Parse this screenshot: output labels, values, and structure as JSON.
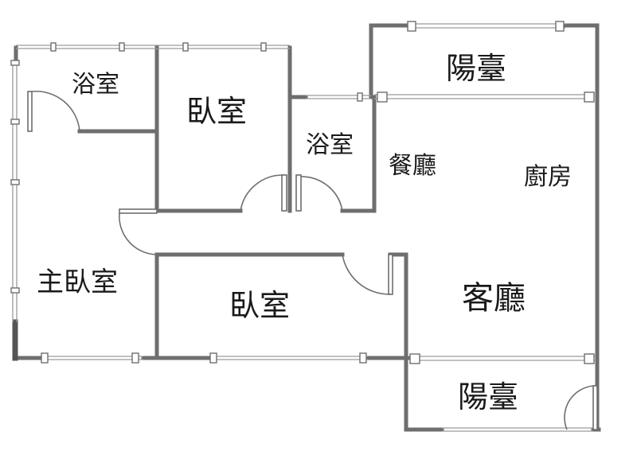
{
  "floor_plan": {
    "rooms": [
      {
        "id": "bath-top-left",
        "label": "浴室"
      },
      {
        "id": "bedroom-top",
        "label": "臥室"
      },
      {
        "id": "bath-middle",
        "label": "浴室"
      },
      {
        "id": "balcony-top",
        "label": "陽臺"
      },
      {
        "id": "dining",
        "label": "餐廳"
      },
      {
        "id": "kitchen",
        "label": "廚房"
      },
      {
        "id": "master-bedroom",
        "label": "主臥室"
      },
      {
        "id": "bedroom-bottom",
        "label": "臥室"
      },
      {
        "id": "living",
        "label": "客廳"
      },
      {
        "id": "balcony-bottom",
        "label": "陽臺"
      }
    ]
  }
}
